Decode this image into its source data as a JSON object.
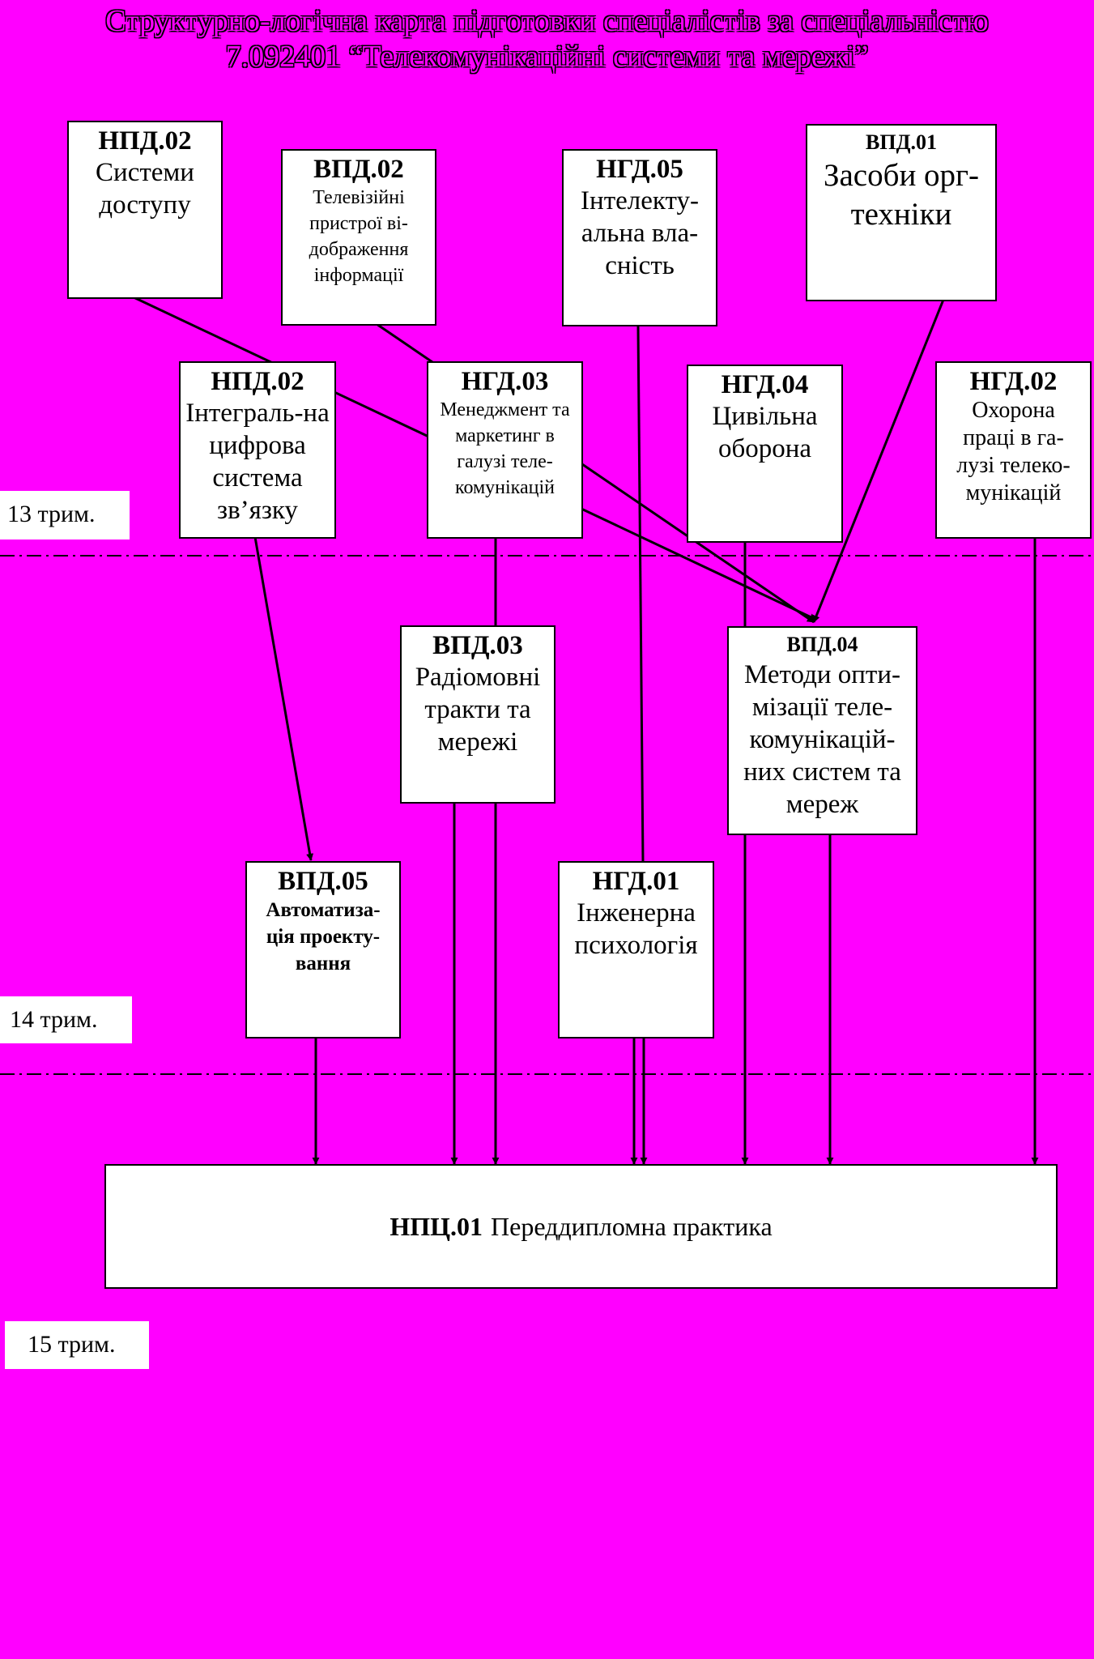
{
  "title": {
    "line1": "Структурно-логічна карта підготовки спеціалістів за спеціальністю",
    "line2": "7.092401 “Телекомунікаційні системи та мережі”"
  },
  "boxes": {
    "npd02_access": {
      "code": "НПД.02",
      "name": "Системи доступу"
    },
    "vpd02": {
      "code": "ВПД.02",
      "name": "Телевізійні пристрої ві-дображення інформації"
    },
    "ngd05": {
      "code": "НГД.05",
      "name": "Інтелекту-альна вла-сність"
    },
    "vpd01": {
      "code": "ВПД.01",
      "name": "Засоби орг-техніки"
    },
    "npd02_integral": {
      "code": "НПД.02",
      "name": "Інтеграль-на цифрова система зв’язку"
    },
    "ngd03": {
      "code": "НГД.03",
      "name": "Менеджмент та маркетинг в галузі теле-комунікацій"
    },
    "ngd04": {
      "code": "НГД.04",
      "name": "Цивільна оборона"
    },
    "ngd02": {
      "code": "НГД.02",
      "name": "Охорона праці в га-лузі телеко-мунікацій"
    },
    "vpd03": {
      "code": "ВПД.03",
      "name": "Радіомовні тракти та мережі"
    },
    "vpd04": {
      "code": "ВПД.04",
      "name": "Методи опти-мізації теле-комунікацій-них систем та мереж"
    },
    "vpd05": {
      "code": "ВПД.05",
      "name": "Автоматиза-ція проекту-вання"
    },
    "ngd01": {
      "code": "НГД.01",
      "name": "Інженерна психологія"
    }
  },
  "practice": {
    "code": "НПЦ.01",
    "name": "Переддипломна практика"
  },
  "terms": {
    "t13": "13 трим.",
    "t14": "14 трим.",
    "t15": "15 трим."
  },
  "colors": {
    "background": "#ff00ff",
    "box": "#ffffff",
    "line": "#000000"
  }
}
